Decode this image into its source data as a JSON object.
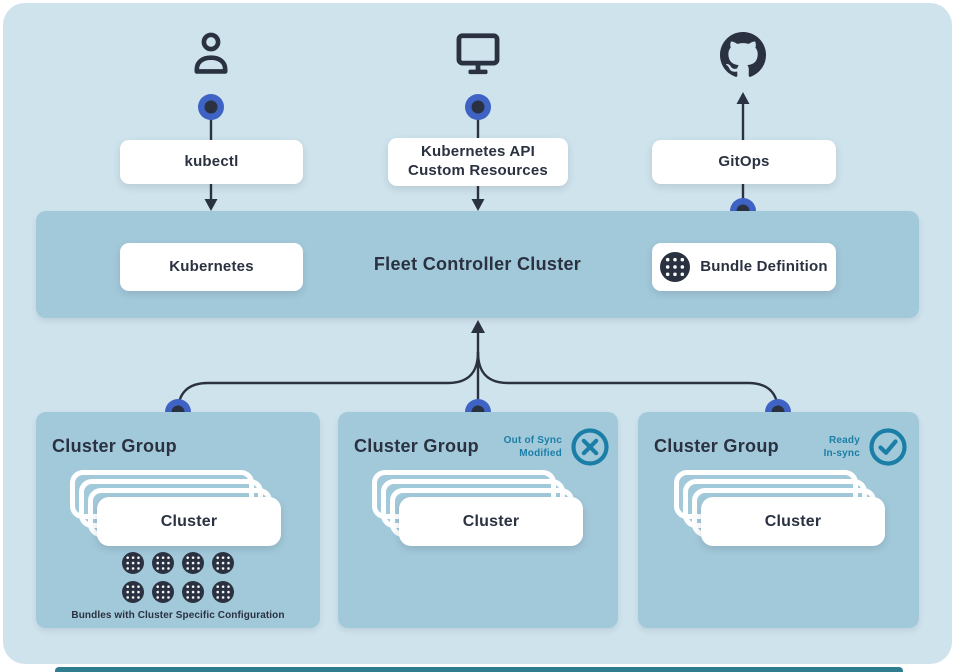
{
  "palette": {
    "canvas_bg": "#cfe3ed",
    "panel_blue": "#a2c9da",
    "ink_navy": "#2a3140",
    "connector_ring_blue": "#3e63c5",
    "status_teal": "#1b7ea7",
    "footer_strip_teal": "#2f7d8e"
  },
  "sources": [
    {
      "icon": "user-icon",
      "label": "kubectl"
    },
    {
      "icon": "monitor-icon",
      "label": "Kubernetes API\nCustom Resources"
    },
    {
      "icon": "github-icon",
      "label": "GitOps"
    }
  ],
  "controller": {
    "title": "Fleet Controller Cluster",
    "kubernetes_label": "Kubernetes",
    "bundle_definition_label": "Bundle Definition"
  },
  "cluster_groups": [
    {
      "title": "Cluster Group",
      "cluster_label": "Cluster",
      "bundle_count": 8,
      "bundles_caption": "Bundles with Cluster Specific Configuration"
    },
    {
      "title": "Cluster Group",
      "cluster_label": "Cluster",
      "status": {
        "line1": "Out of Sync",
        "line2": "Modified",
        "icon": "x-circle-icon"
      }
    },
    {
      "title": "Cluster Group",
      "cluster_label": "Cluster",
      "status": {
        "line1": "Ready",
        "line2": "In-sync",
        "icon": "check-circle-icon"
      }
    }
  ]
}
